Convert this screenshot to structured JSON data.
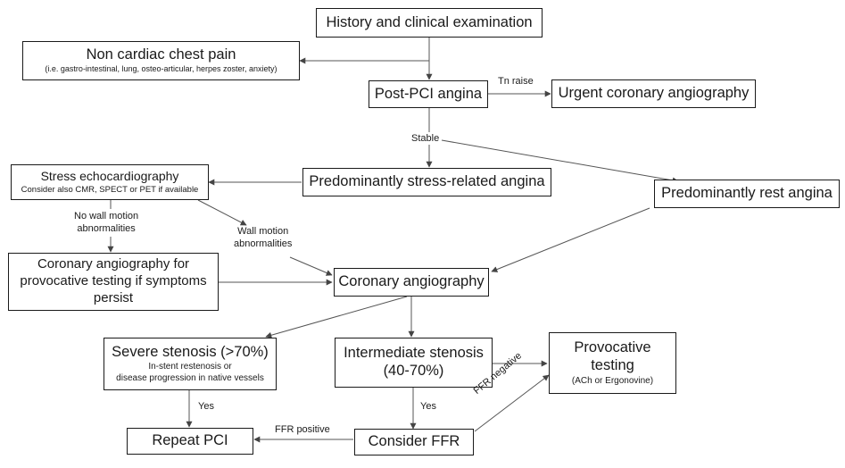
{
  "boxes": {
    "history": {
      "title": "History and clinical examination"
    },
    "non_cardiac": {
      "title": "Non cardiac chest pain",
      "detail": "(i.e. gastro-intestinal, lung, osteo-articular, herpes zoster, anxiety)"
    },
    "post_pci": {
      "title": "Post-PCI angina"
    },
    "urgent": {
      "title": "Urgent coronary angiography"
    },
    "stress_echo": {
      "title": "Stress echocardiography",
      "detail": "Consider also CMR, SPECT or PET if available"
    },
    "stress_angina": {
      "title": "Predominantly stress-related angina"
    },
    "rest_angina": {
      "title": "Predominantly rest angina"
    },
    "cor_ang_provocative": {
      "line1": "Coronary angiography for",
      "line2": "provocative testing if symptoms",
      "line3": "persist"
    },
    "cor_ang": {
      "title": "Coronary angiography"
    },
    "severe": {
      "title": "Severe stenosis (>70%)",
      "detail1": "In-stent restenosis or",
      "detail2": "disease progression in native vessels"
    },
    "intermediate": {
      "line1": "Intermediate stenosis",
      "line2": "(40-70%)"
    },
    "provocative": {
      "line1": "Provocative",
      "line2": "testing",
      "detail": "(ACh or Ergonovine)"
    },
    "repeat_pci": {
      "title": "Repeat PCI"
    },
    "consider_ffr": {
      "title": "Consider FFR"
    }
  },
  "labels": {
    "tn_raise": "Tn raise",
    "stable": "Stable",
    "no_wma_line1": "No wall motion",
    "no_wma_line2": "abnormalities",
    "wma_line1": "Wall motion",
    "wma_line2": "abnormalities",
    "yes_left": "Yes",
    "yes_right": "Yes",
    "ffr_positive": "FFR positive",
    "ffr_negative": "FFR negative"
  },
  "colors": {
    "border": "#1a1a1a",
    "arrow": "#444444",
    "background": "#ffffff"
  }
}
